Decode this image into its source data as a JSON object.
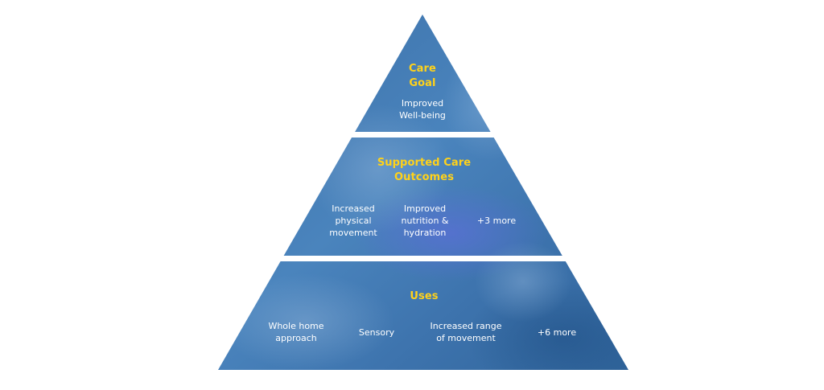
{
  "colors": {
    "background": "#ffffff",
    "pyramid_base": "#3e74ac",
    "pyramid_light": "#4f8cc3",
    "pyramid_dark": "#2c5f96",
    "title_color": "#ffd21a",
    "item_color": "#ffffff",
    "separator": "#ffffff"
  },
  "tiers": {
    "top": {
      "title": "Care\nGoal",
      "items": [
        "Improved\nWell-being"
      ]
    },
    "middle": {
      "title": "Supported Care\nOutcomes",
      "items": [
        "Increased\nphysical\nmovement",
        "Improved\nnutrition &\nhydration",
        "+3 more"
      ]
    },
    "bottom": {
      "title": "Uses",
      "items": [
        "Whole home\napproach",
        "Sensory",
        "Increased range\nof movement",
        "+6 more"
      ]
    }
  }
}
